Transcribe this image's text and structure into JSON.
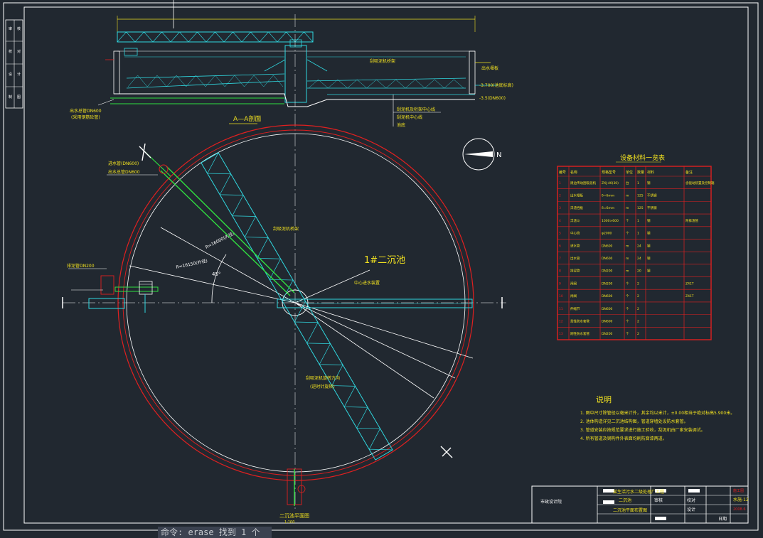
{
  "section_title": "A—A剖面",
  "section_labels": {
    "outlet_pipe": "出水总管DN600",
    "outlet_note": "(采用钢筋砼管)",
    "elev_1": "-3.700(池底标高)",
    "elev_2": "-3.5(DN600)",
    "note_1": "刮泥机及桁架中心线",
    "note_2": "刮泥机中心线",
    "note_3": "池底",
    "bridge_label": "刮吸泥机桥架",
    "ripple_label": "出水堰板"
  },
  "compass": {
    "north_label": "N"
  },
  "plan": {
    "pool_name": "1#二沉池",
    "inlet_pipe": "进水管(DN600)",
    "inlet_pipe_2": "出水总管DN600",
    "sludge_pipe": "排泥管DN200",
    "bridge_note": "刮吸泥机桥架",
    "rotation_note": "刮吸泥机旋转方向",
    "rotation_note_2": "(逆时针旋转)",
    "center_note": "中心进水装置",
    "radius_1": "R=16000(内径)",
    "radius_2": "R=16150(外径)",
    "angle": "45°",
    "bottom_label": "二沉池平面图",
    "bottom_scale": "1:100"
  },
  "equipment_table": {
    "title": "设备材料一览表",
    "headers": [
      "编号",
      "名称",
      "规格型号",
      "单位",
      "数量",
      "材料",
      "备注"
    ],
    "rows": [
      [
        "1",
        "周边传动刮吸泥机",
        "ZXJ-40(30)",
        "台",
        "1",
        "钢",
        "含驱动装置及控制箱"
      ],
      [
        "2",
        "出水堰板",
        "δ=6mm",
        "m",
        "125",
        "不锈钢",
        ""
      ],
      [
        "3",
        "浮渣挡板",
        "δ=6mm",
        "m",
        "125",
        "不锈钢",
        ""
      ],
      [
        "4",
        "浮渣斗",
        "1000×600",
        "个",
        "1",
        "钢",
        "附排渣管"
      ],
      [
        "5",
        "中心筒",
        "φ2000",
        "个",
        "1",
        "钢",
        ""
      ],
      [
        "6",
        "进水管",
        "DN600",
        "m",
        "24",
        "钢",
        ""
      ],
      [
        "7",
        "出水管",
        "DN600",
        "m",
        "24",
        "钢",
        ""
      ],
      [
        "8",
        "排泥管",
        "DN200",
        "m",
        "20",
        "钢",
        ""
      ],
      [
        "9",
        "闸阀",
        "DN200",
        "个",
        "2",
        "",
        "Z41T"
      ],
      [
        "10",
        "闸阀",
        "DN600",
        "个",
        "2",
        "",
        "Z41T"
      ],
      [
        "11",
        "伸缩节",
        "DN600",
        "个",
        "2",
        "",
        ""
      ],
      [
        "12",
        "柔性防水套管",
        "DN600",
        "个",
        "2",
        "",
        ""
      ],
      [
        "13",
        "刚性防水套管",
        "DN200",
        "个",
        "2",
        "",
        ""
      ]
    ]
  },
  "notes": {
    "title": "说明",
    "items": [
      "1. 图中尺寸除管径以毫米计外，其余均以米计，±0.00相当于绝对标高5.900米。",
      "2. 池体构造详见二沉池结构图，管道穿墙处设防水套管。",
      "3. 管道安装应按规范要求进行施工验收，刮泥机由厂家安装调试。",
      "4. 所有管道及钢构件外表面均刷防腐漆两道。"
    ]
  },
  "title_block": {
    "project": "某生活污水二级处理厂工程",
    "drawing": "二沉池",
    "drawing_2": "二沉池平面布置图",
    "design_unit": "市政设计院",
    "check": "校对",
    "design": "设计",
    "review": "审核",
    "date": "日期",
    "stage": "施工图",
    "sheet": "水施-12",
    "sheet_code": "2008.6"
  },
  "side_ruler": [
    "审",
    "核",
    "校",
    "对",
    "设",
    "计",
    "制",
    "图"
  ],
  "command_line": {
    "prompt": "命令:",
    "text": "erase 找到 1 个"
  },
  "colors": {
    "background": "#212830",
    "frame": "#ffffff",
    "cyan": "#30d8e0",
    "red": "#e02020",
    "green": "#30e040",
    "yellow": "#f0e020"
  }
}
